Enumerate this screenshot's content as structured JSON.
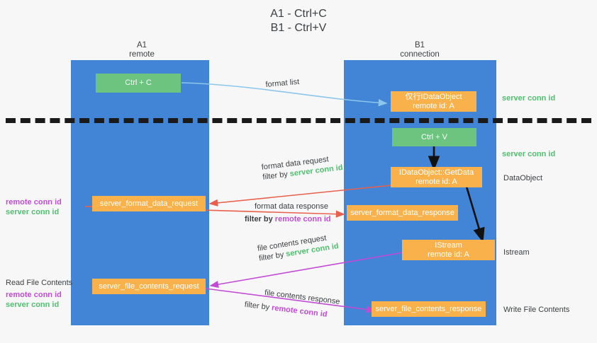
{
  "title": {
    "line1": "A1 - Ctrl+C",
    "line2": "B1 - Ctrl+V"
  },
  "columns": [
    {
      "name": "A1",
      "role": "remote"
    },
    {
      "name": "B1",
      "role": "connection"
    }
  ],
  "nodes": {
    "ctrl_c": {
      "label": "Ctrl + C",
      "color": "#6cc47f"
    },
    "ole_dataobject": {
      "label": "仅行IDataObject",
      "sub": "remote id: A",
      "color": "#f9b24b"
    },
    "ctrl_v": {
      "label": "Ctrl + V",
      "color": "#6cc47f"
    },
    "getdata": {
      "label": "IDataObject::GetData",
      "sub": "remote id: A",
      "color": "#f9b24b"
    },
    "server_format_data_request": {
      "label": "server_format_data_request",
      "color": "#f9b24b"
    },
    "server_format_data_response": {
      "label": "server_format_data_response",
      "color": "#f9b24b"
    },
    "istream": {
      "label": "IStream",
      "sub": "remote id: A",
      "color": "#f9b24b"
    },
    "server_file_contents_request": {
      "label": "server_file_contents_request",
      "color": "#f9b24b"
    },
    "server_file_contents_response": {
      "label": "server_file_contents_response",
      "color": "#f9b24b"
    }
  },
  "edge_labels": {
    "format_list": "format list",
    "format_data_request": "format data request",
    "format_data_request_filter_prefix": "filter by ",
    "format_data_request_filter_key": "server conn id",
    "format_data_response": "format data response",
    "format_data_response_filter_prefix": "filter by ",
    "format_data_response_filter_key": "remote conn id",
    "file_contents_request": "file contents request",
    "file_contents_request_filter_prefix": "filter by ",
    "file_contents_request_filter_key": "server conn id",
    "file_contents_response": "file contents response",
    "file_contents_response_filter_prefix": "filter by ",
    "file_contents_response_filter_key": "remote conn id"
  },
  "right_labels": {
    "server_conn_id_top": "server conn id",
    "server_conn_id_mid": "server conn id",
    "dataobject": "DataObject",
    "istream": "Istream",
    "write_file_contents": "Write File Contents"
  },
  "left_labels": {
    "remote_conn_id_1": "remote conn id",
    "server_conn_id_1": "server conn id",
    "read_file_contents": "Read File Contents",
    "remote_conn_id_2": "remote conn id",
    "server_conn_id_2": "server conn id"
  },
  "colors": {
    "lane": "#4285d6",
    "green_box": "#6cc47f",
    "orange_box": "#f9b24b",
    "green_text": "#4ec16e",
    "magenta_text": "#c24bd6",
    "arrow_blue": "#8cc6ea",
    "arrow_red": "#e8604c",
    "arrow_magenta": "#c24bd6",
    "arrow_dark": "#111111",
    "background": "#f7f7f7"
  }
}
